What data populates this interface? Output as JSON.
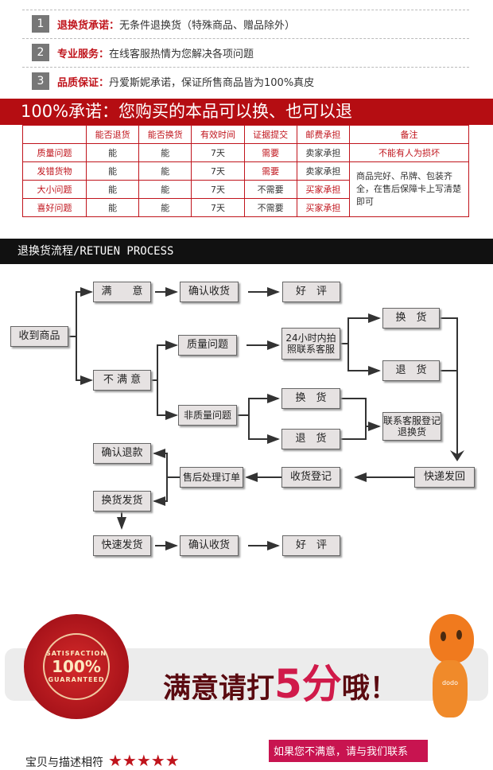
{
  "promises": [
    {
      "num": "1",
      "key": "退换货承诺：",
      "text": "无条件退换货（特殊商品、赠品除外）"
    },
    {
      "num": "2",
      "key": "专业服务：",
      "text": "在线客服热情为您解决各项问题"
    },
    {
      "num": "3",
      "key": "品质保证：",
      "text": "丹爱斯妮承诺，保证所售商品皆为100%真皮"
    }
  ],
  "banner": "100%承诺：您购买的本品可以换、也可以退",
  "table": {
    "headers": [
      "",
      "能否退货",
      "能否换货",
      "有效时间",
      "证据提交",
      "邮费承担",
      "备注"
    ],
    "rows": [
      [
        "质量问题",
        "能",
        "能",
        "7天",
        "需要",
        "卖家承担",
        "不能有人为损坏"
      ],
      [
        "发错货物",
        "能",
        "能",
        "7天",
        "需要",
        "卖家承担"
      ],
      [
        "大小问题",
        "能",
        "能",
        "7天",
        "不需要",
        "买家承担"
      ],
      [
        "喜好问题",
        "能",
        "能",
        "7天",
        "不需要",
        "买家承担"
      ]
    ],
    "note_merged": "商品完好、吊牌、包装齐全，在售后保障卡上写清楚即可"
  },
  "process_title": "退换货流程/RETUEN PROCESS",
  "flow": {
    "received": "收到商品",
    "satisfied": "满　　意",
    "confirm1": "确认收货",
    "praise1": "好　评",
    "unsatisfied": "不 满 意",
    "quality": "质量问题",
    "photo": "24小时内拍照联系客服",
    "exchange1": "换　货",
    "return1": "退　货",
    "nonquality": "非质量问题",
    "exchange2": "换　货",
    "return2": "退　货",
    "contact": "联系客服登记退换货",
    "refund": "确认退款",
    "process_order": "售后处理订单",
    "receive_reg": "收货登记",
    "ship_back": "快递发回",
    "exchange_ship": "换货发货",
    "fast_ship": "快速发货",
    "confirm2": "确认收货",
    "praise2": "好　评"
  },
  "seal": {
    "top": "SATISFACTION",
    "center": "100%",
    "bottom": "GUARANTEED"
  },
  "rating": {
    "pre": "满意请打",
    "five": "5分",
    "post": "哦！"
  },
  "mascot_text": "dodo",
  "bottom": {
    "left": "宝贝与描述相符",
    "stars": "★★★★★",
    "right": "如果您不满意，请与我们联系"
  },
  "colors": {
    "accent": "#b50d12",
    "pink": "#c81450"
  }
}
